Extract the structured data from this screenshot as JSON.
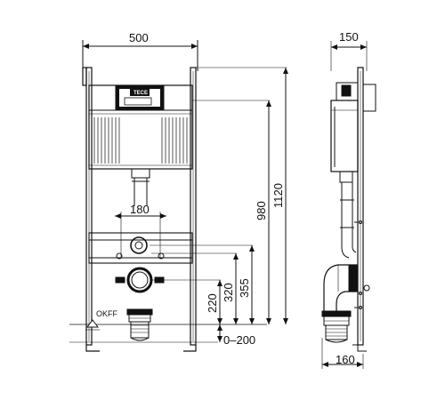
{
  "front_view": {
    "width_label": "500",
    "logo_text": "TECE",
    "offset_label": "180",
    "floor_label": "OKFF",
    "heights": {
      "h_220": "220",
      "h_320": "320",
      "h_355": "355",
      "h_980": "980",
      "h_1120": "1120",
      "range": "0–200"
    }
  },
  "side_view": {
    "depth_top_label": "150",
    "depth_bottom_label": "160"
  }
}
